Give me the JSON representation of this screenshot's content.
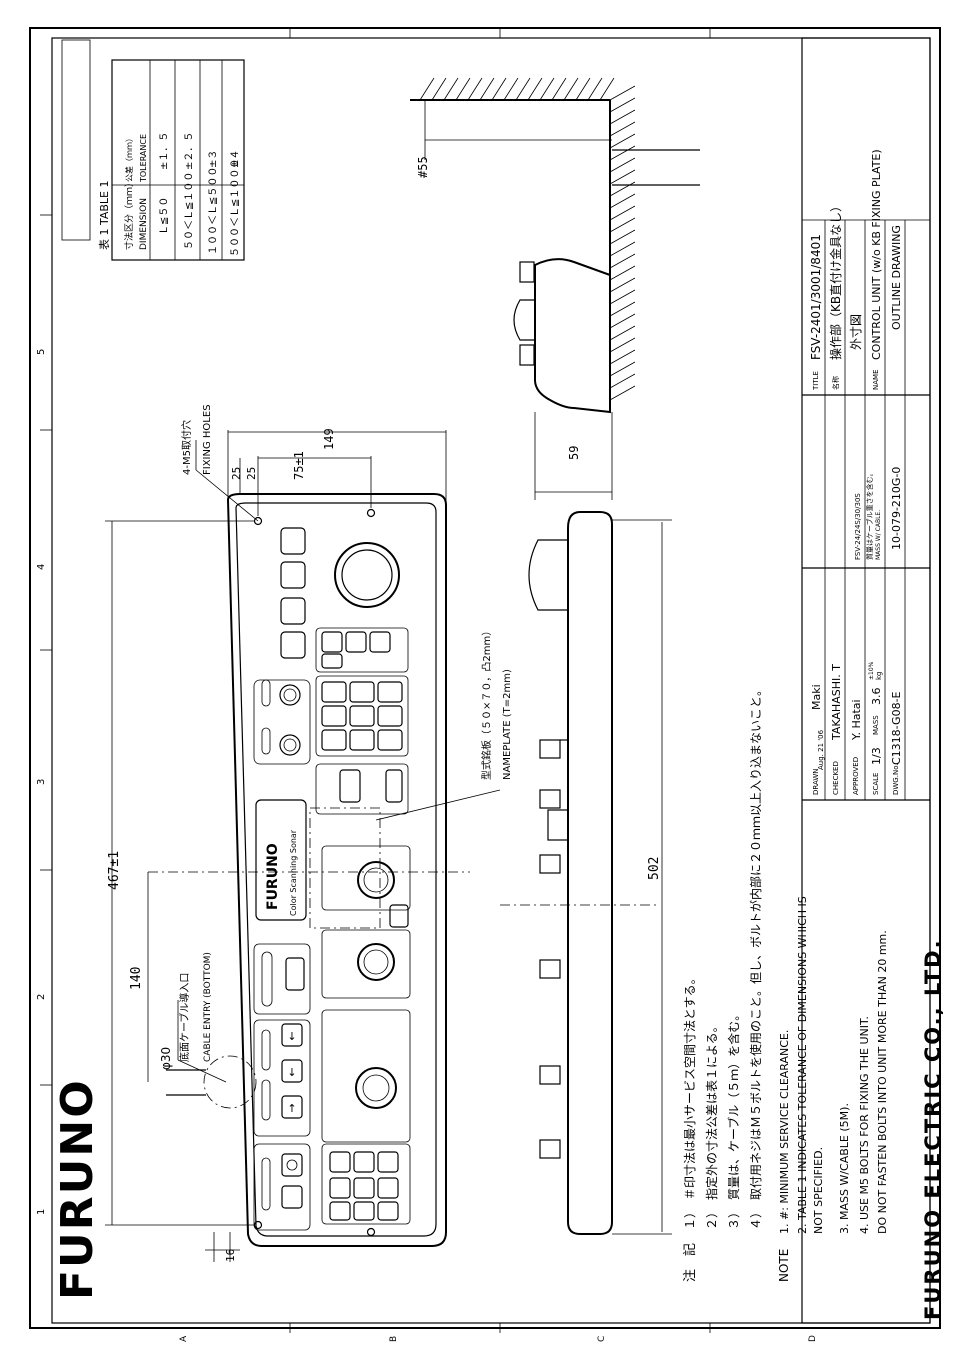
{
  "brand": {
    "logo_text": "FURUNO",
    "company": "FURUNO ELECTRIC CO., LTD."
  },
  "border": {
    "columns": [
      "1",
      "2",
      "3",
      "4",
      "5"
    ],
    "rows": [
      "A",
      "B",
      "C",
      "D"
    ]
  },
  "tolerance_table": {
    "title": "表 1  TABLE 1",
    "header_dimension": [
      "寸法区分（ｍｍ）",
      "DIMENSION"
    ],
    "header_tolerance": [
      "公差（ｍｍ）",
      "TOLERANCE"
    ],
    "rows": [
      {
        "range": "Ｌ≦５０",
        "tol": "±１．５"
      },
      {
        "range": "５０＜Ｌ≦１００",
        "tol": "±２．５"
      },
      {
        "range": "１００＜Ｌ≦５００",
        "tol": "±３"
      },
      {
        "range": "５００＜Ｌ≦１０００",
        "tol": "±４"
      }
    ]
  },
  "dimensions": {
    "overall_width": "502",
    "hole_pitch": "467±1",
    "cable_offset": "140",
    "cable_dia": "φ30",
    "height": "149",
    "hole_v_pitch": "75±1",
    "edge_a": "25",
    "edge_b": "25",
    "left_edge": "16",
    "depth": "59",
    "clearance": "#55"
  },
  "callouts": {
    "fixing_holes_jp": "4-M5取付穴",
    "fixing_holes_en": "FIXING HOLES",
    "cable_entry_jp": "底面ケーブル導入口",
    "cable_entry_en": "CABLE ENTRY (BOTTOM)",
    "nameplate_jp": "型式銘板（５０×７０，凸2mm）",
    "nameplate_en": "NAMEPLATE (T=2mm)"
  },
  "panel_labels": {
    "logo": "FURUNO",
    "product": "Color Scanning Sonar"
  },
  "notes_jp": {
    "head": "注　記",
    "items": [
      "１）　＃印寸法は最小サービス空間寸法とする。",
      "２）　指定外の寸法公差は表１による。",
      "３）　質量は、ケーブル（５ｍ）を含む。",
      "４）　取付用ネジはＭ５ボルトを使用のこと。但し、ボルトが内部に２０ｍｍ以上入り込まないこと。"
    ]
  },
  "notes_en": {
    "head": "NOTE",
    "items": [
      "1.  #: MINIMUM SERVICE CLEARANCE.",
      "2.  TABLE 1 INDICATES TOLERANCE OF DIMENSIONS WHICH IS",
      "     NOT SPECIFIED.",
      "3.  MASS W/CABLE (5M).",
      "4.  USE M5 BOLTS FOR FIXING THE UNIT.",
      "     DO NOT FASTEN BOLTS INTO UNIT MORE THAN 20 mm."
    ]
  },
  "title_block": {
    "drawn_label": "DRAWN",
    "drawn_date": "Aug. 21 '06",
    "drawn_by": "Maki",
    "checked_label": "CHECKED",
    "checked_by": "TAKAHASHI. T",
    "approved_label": "APPROVED",
    "approved_by": "Y. Hatai",
    "scale_label": "SCALE",
    "scale": "1/3",
    "mass_label": "MASS",
    "mass": "3.6",
    "mass_unit": "kg",
    "mass_tol": "±10%",
    "dwg_label": "DWG.No.",
    "dwg_no": "C1318-G08-E",
    "ref_no": "10-079-210G-0",
    "model_codes": "FSV-24/24S/30/30S",
    "mass_note_jp": "質量はケーブル重さを含む。",
    "mass_note_en": "MASS W/ CABLE.",
    "title_label": "TITLE",
    "title": "FSV-2401/3001/8401",
    "name_jp_label": "名称",
    "name_jp": "操作部（KB直付け金具なし）",
    "name_jp_2": "外寸図",
    "name_label": "NAME",
    "name_en": "CONTROL UNIT (w/o KB FIXING PLATE)",
    "name_en_2": "OUTLINE DRAWING"
  }
}
